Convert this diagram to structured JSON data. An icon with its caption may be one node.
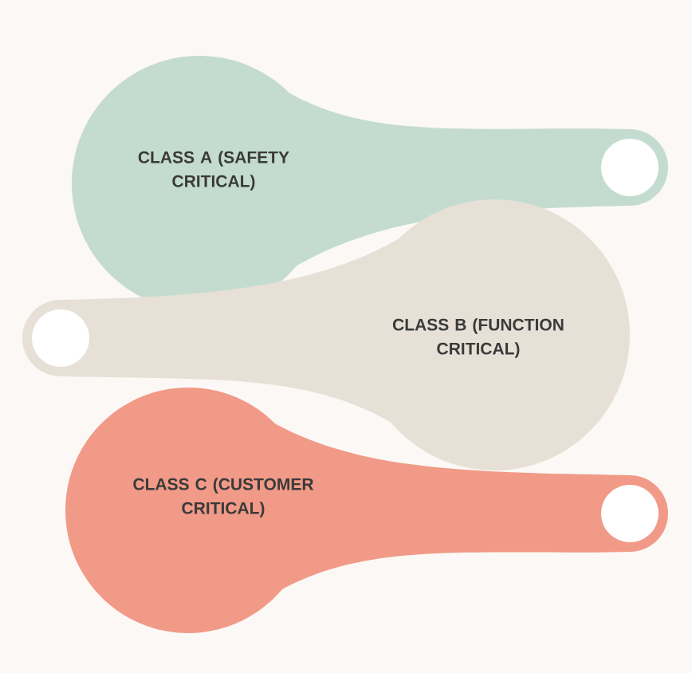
{
  "diagram": {
    "nodes": [
      {
        "text": [
          "CLASS A (SAFETY CRITICAL)"
        ]
      },
      {
        "text": [
          "CLASS B (FUNCTION CRITICAL)"
        ]
      },
      {
        "text": [
          "CLASS C (CUSTOMER CRITICAL)"
        ]
      }
    ]
  }
}
